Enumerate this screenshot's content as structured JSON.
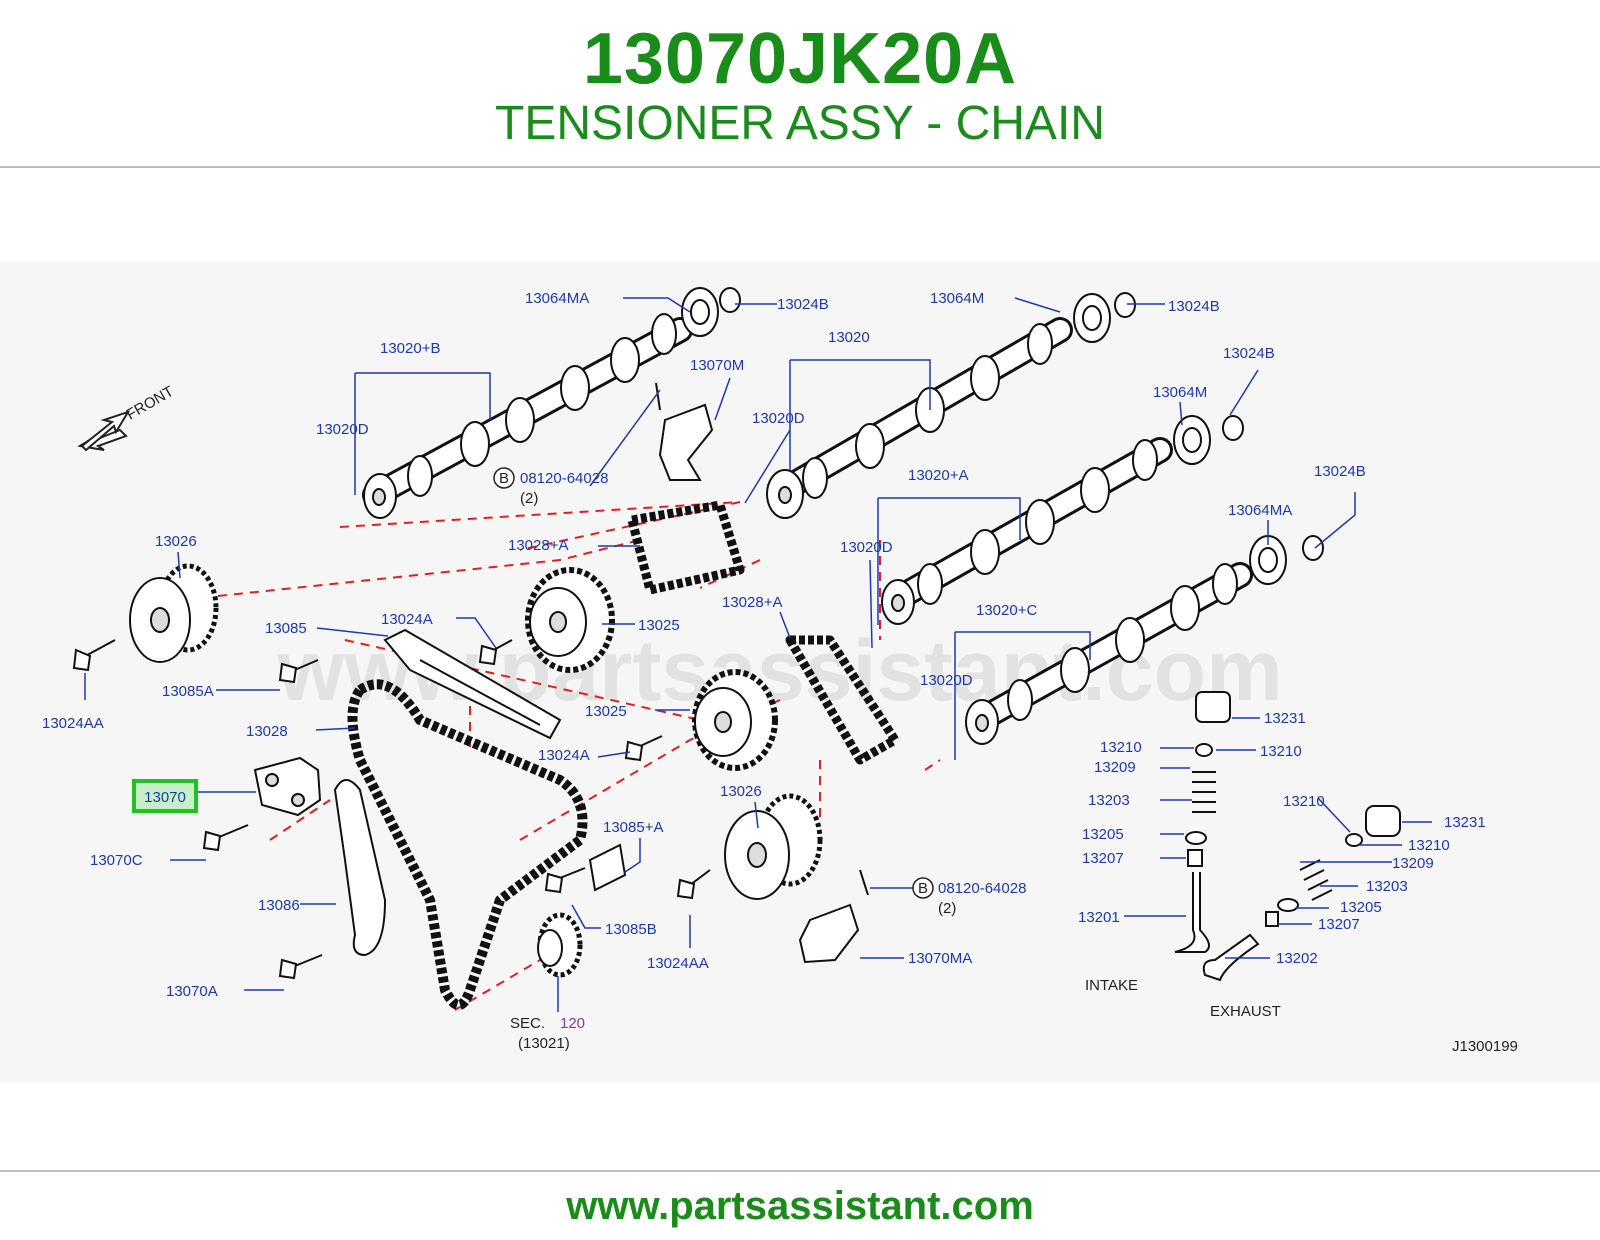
{
  "header": {
    "part_number": "13070JK20A",
    "part_name": "TENSIONER ASSY - CHAIN"
  },
  "diagram": {
    "watermark": "www.partsassistant.com",
    "front_label": "FRONT",
    "callouts": {
      "c13064MA_top": "13064MA",
      "c13024B_1": "13024B",
      "c13064M_1": "13064M",
      "c13024B_2": "13024B",
      "c13020B": "13020+B",
      "c13070M": "13070M",
      "c13020": "13020",
      "c13024B_3": "13024B",
      "c13064M_2": "13064M",
      "c13020D_1": "13020D",
      "c13020D_2": "13020D",
      "c08120_1": "08120-64028",
      "c08120_1_qty": "(2)",
      "c13020A": "13020+A",
      "c13024B_4": "13024B",
      "c13064MA_2": "13064MA",
      "c13026_1": "13026",
      "c13028A_1": "13028+A",
      "c13020D_3": "13020D",
      "c13085": "13085",
      "c13024A_1": "13024A",
      "c13025_1": "13025",
      "c13028A_2": "13028+A",
      "c13020C": "13020+C",
      "c13024AA_1": "13024AA",
      "c13085A": "13085A",
      "c13020D_4": "13020D",
      "c13028": "13028",
      "c13025_2": "13025",
      "c13231_1": "13231",
      "c13210_1": "13210",
      "c13210_2": "13210",
      "c13024A_2": "13024A",
      "c13209_1": "13209",
      "c13070": "13070",
      "c13026_2": "13026",
      "c13203_1": "13203",
      "c13210_3": "13210",
      "c13231_2": "13231",
      "c13085A2": "13085+A",
      "c13205_1": "13205",
      "c13210_4": "13210",
      "c13070C": "13070C",
      "c13207_1": "13207",
      "c13209_2": "13209",
      "c08120_2": "08120-64028",
      "c08120_2_qty": "(2)",
      "c13203_2": "13203",
      "c13086": "13086",
      "c13205_2": "13205",
      "c13201": "13201",
      "c13085B": "13085B",
      "c13207_2": "13207",
      "c13024AA_2": "13024AA",
      "c13070MA": "13070MA",
      "c13202": "13202",
      "c13070A": "13070A",
      "sec": "SEC.",
      "sec_num": "120",
      "sec_ref": "(13021)",
      "intake": "INTAKE",
      "exhaust": "EXHAUST",
      "diagram_id": "J1300199",
      "bolt_symbol": "B"
    },
    "colors": {
      "brand_green": "#1a8c1a",
      "callout_blue": "#1c3aa9",
      "highlight": "#22c022",
      "dash_red": "#e02020"
    }
  },
  "footer": {
    "url": "www.partsassistant.com"
  }
}
